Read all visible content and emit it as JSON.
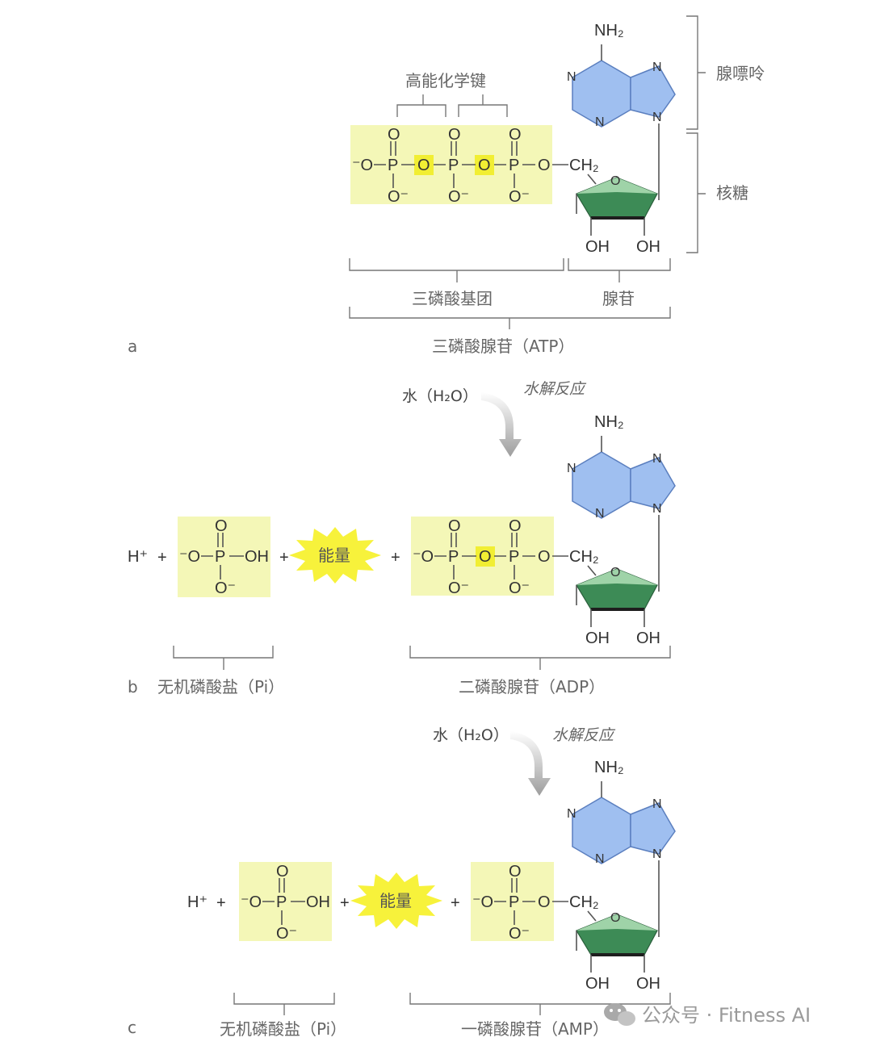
{
  "colors": {
    "phosphate_box": "#f4f7b7",
    "bridge_oxygen": "#f1ee33",
    "adenine_fill": "#9fbff0",
    "adenine_stroke": "#5b7fbf",
    "ribose_fill": "#3d8b56",
    "ribose_top": "#9fd3a8",
    "energy_burst": "#f7f23b",
    "arrow_gray": "#a8a8a8"
  },
  "panel_a": {
    "letter": "a",
    "high_energy_bond_label": "高能化学键",
    "adenine_label": "腺嘌呤",
    "ribose_label": "核糖",
    "triphosphate_label": "三磷酸基团",
    "adenosine_label": "腺苷",
    "atp_label": "三磷酸腺苷（ATP）"
  },
  "reaction_1": {
    "water_label": "水（H₂O）",
    "hydrolysis_label": "水解反应"
  },
  "panel_b": {
    "letter": "b",
    "h_plus": "H⁺",
    "energy_label": "能量",
    "pi_label": "无机磷酸盐（Pi）",
    "adp_label": "二磷酸腺苷（ADP）"
  },
  "reaction_2": {
    "water_label": "水（H₂O）",
    "hydrolysis_label": "水解反应"
  },
  "panel_c": {
    "letter": "c",
    "h_plus": "H⁺",
    "energy_label": "能量",
    "pi_label": "无机磷酸盐（Pi）",
    "amp_label": "一磷酸腺苷（AMP）"
  },
  "atoms": {
    "O": "O",
    "P": "P",
    "N": "N",
    "OH": "OH",
    "O_minus": "O⁻",
    "minus_O": "⁻O",
    "CH2": "CH₂",
    "NH2": "NH₂",
    "plus": "+",
    "bond_dash": "—"
  },
  "watermark": "公众号 · Fitness AI"
}
